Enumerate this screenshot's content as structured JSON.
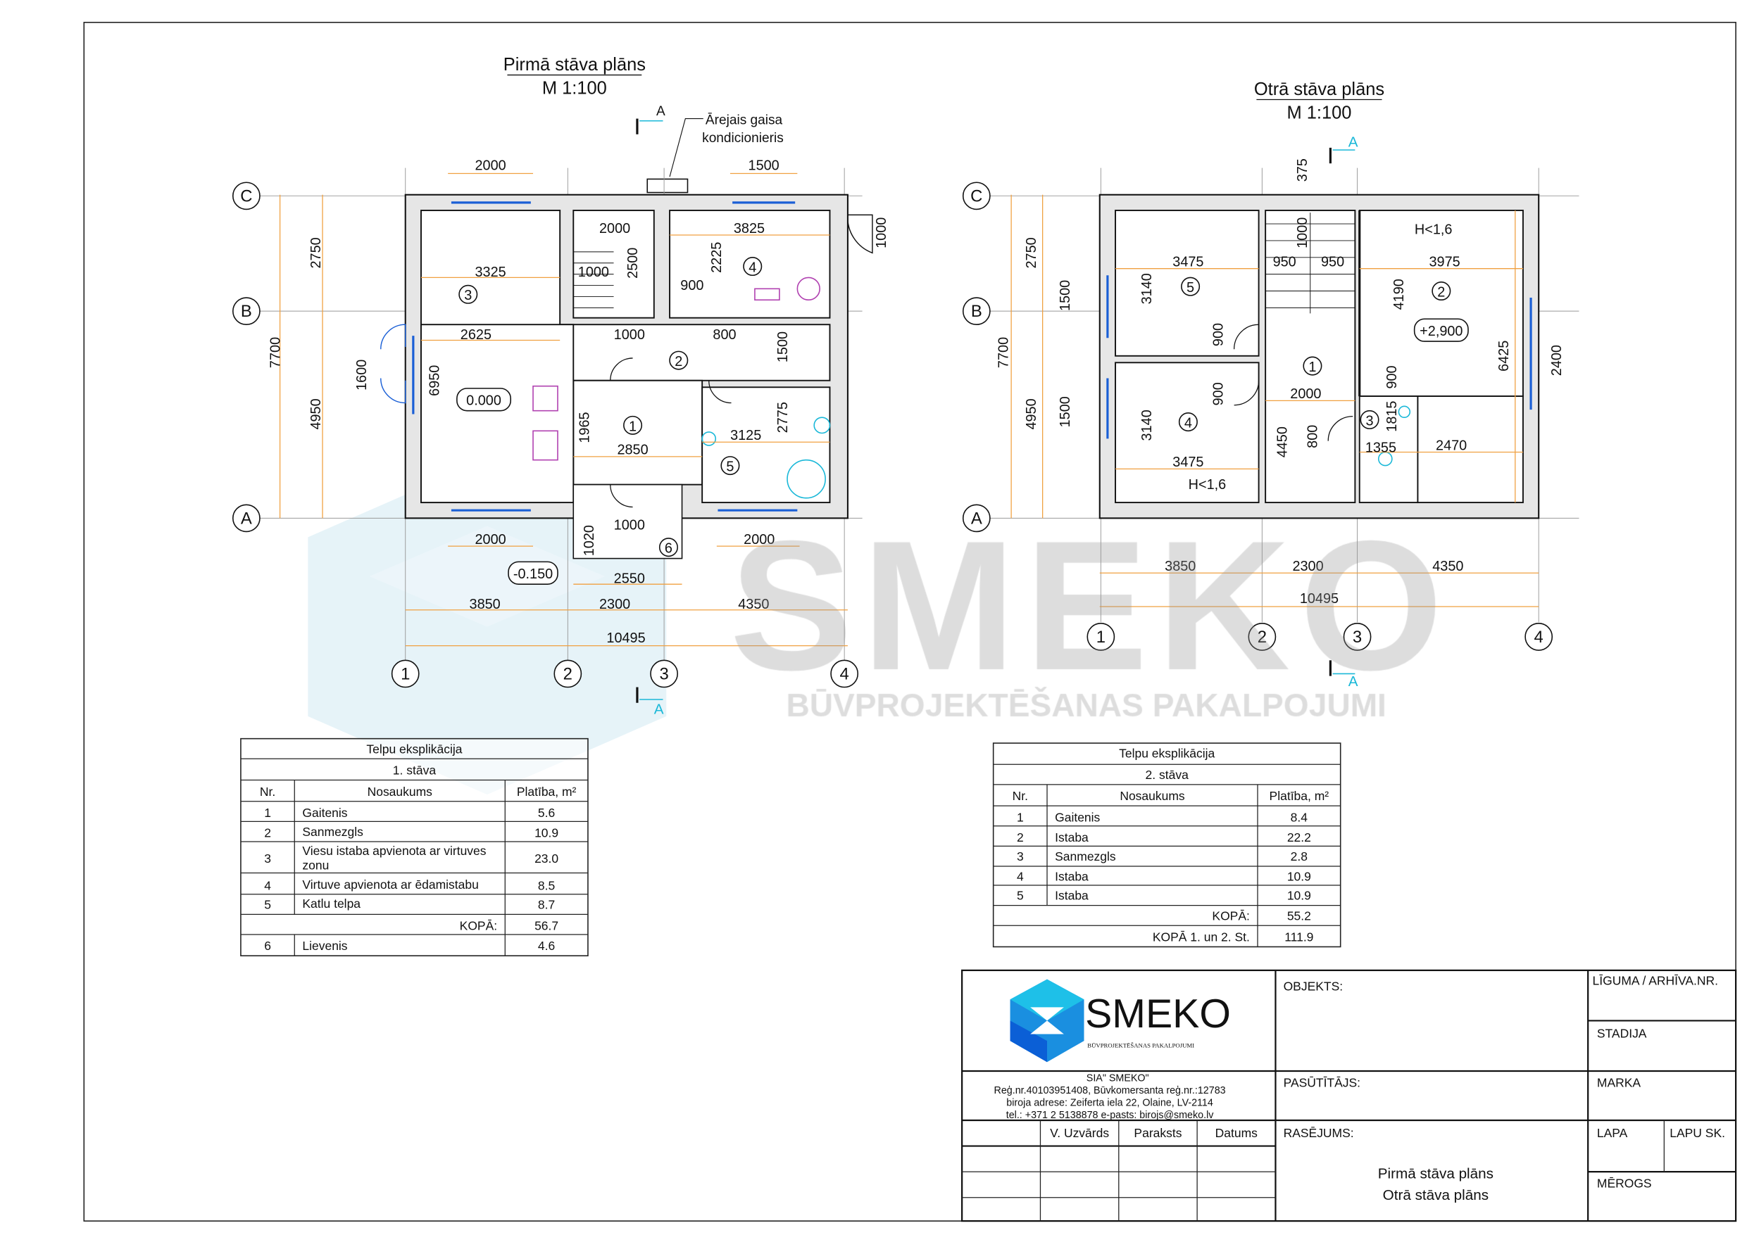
{
  "plan1": {
    "title": "Pirmā stāva plāns",
    "scale": "M 1:100",
    "ac_label_1": "Ārejais gaisa",
    "ac_label_2": "kondicionieris",
    "section_mark": "A",
    "axes_rows": [
      "C",
      "B",
      "A"
    ],
    "axes_cols": [
      "1",
      "2",
      "3",
      "4"
    ],
    "rooms": [
      "1",
      "2",
      "3",
      "4",
      "5",
      "6"
    ],
    "levels": [
      "0.000",
      "-0.150"
    ],
    "dims": [
      "2000",
      "1500",
      "2000",
      "3825",
      "1000",
      "3325",
      "1000",
      "2500",
      "2225",
      "900",
      "2625",
      "1000",
      "800",
      "1500",
      "6950",
      "1600",
      "1965",
      "2850",
      "3125",
      "2775",
      "1000",
      "1020",
      "2000",
      "2000",
      "2550",
      "3850",
      "2300",
      "4350",
      "10495",
      "2750",
      "7700",
      "4950"
    ]
  },
  "plan2": {
    "title": "Otrā stāva plāns",
    "scale": "M 1:100",
    "section_mark": "A",
    "axes_rows": [
      "C",
      "B",
      "A"
    ],
    "axes_cols": [
      "1",
      "2",
      "3",
      "4"
    ],
    "rooms": [
      "1",
      "2",
      "3",
      "4",
      "5"
    ],
    "level": "+2,900",
    "height_notes": [
      "H<1,6",
      "H<1,6"
    ],
    "dims": [
      "375",
      "1000",
      "3475",
      "950",
      "950",
      "3975",
      "3140",
      "1500",
      "4190",
      "900",
      "6425",
      "2400",
      "900",
      "2000",
      "900",
      "1815",
      "3140",
      "1500",
      "4450",
      "800",
      "1355",
      "2470",
      "3475",
      "2750",
      "7700",
      "4950",
      "3850",
      "2300",
      "4350",
      "10495"
    ]
  },
  "watermark": {
    "brand": "SMEKO",
    "tagline": "BŪVPROJEKTĒŠANAS PAKALPOJUMI"
  },
  "table1": {
    "title": "Telpu eksplikācija",
    "floor": "1. stāva",
    "headers": [
      "Nr.",
      "Nosaukums",
      "Platība, m²"
    ],
    "rows": [
      {
        "nr": "1",
        "name": "Gaitenis",
        "area": "5.6"
      },
      {
        "nr": "2",
        "name": "Sanmezgls",
        "area": "10.9"
      },
      {
        "nr": "3",
        "name": "Viesu istaba apvienota  ar virtuves",
        "name2": "zonu",
        "area": "23.0"
      },
      {
        "nr": "4",
        "name": "Virtuve apvienota ar ēdamistabu",
        "area": "8.5"
      },
      {
        "nr": "5",
        "name": "Katlu telpa",
        "area": "8.7"
      }
    ],
    "total_label": "KOPĀ:",
    "total": "56.7",
    "extra": {
      "nr": "6",
      "name": "Lievenis",
      "area": "4.6"
    }
  },
  "table2": {
    "title": "Telpu eksplikācija",
    "floor": "2. stāva",
    "headers": [
      "Nr.",
      "Nosaukums",
      "Platība, m²"
    ],
    "rows": [
      {
        "nr": "1",
        "name": "Gaitenis",
        "area": "8.4"
      },
      {
        "nr": "2",
        "name": "Istaba",
        "area": "22.2"
      },
      {
        "nr": "3",
        "name": "Sanmezgls",
        "area": "2.8"
      },
      {
        "nr": "4",
        "name": "Istaba",
        "area": "10.9"
      },
      {
        "nr": "5",
        "name": "Istaba",
        "area": "10.9"
      }
    ],
    "total_label": "KOPĀ:",
    "total": "55.2",
    "grand_label": "KOPĀ 1. un 2. St.",
    "grand_total": "111.9"
  },
  "title_block": {
    "logo_text": "SMEKO",
    "logo_tagline": "BŪVPROJEKTĒŠANAS PAKALPOJUMI",
    "company": [
      "SIA\" SMEKO\"",
      "Reģ.nr.40103951408, Būvkomersanta reģ.nr.:12783",
      "biroja adrese: Zeiferta iela 22, Olaine, LV-2114",
      "tel.: +371 2 5138878  e-pasts: birojs@smeko.lv"
    ],
    "sign_headers": [
      "V. Uzvārds",
      "Paraksts",
      "Datums"
    ],
    "objekts": "OBJEKTS:",
    "pasutitajs": "PASŪTĪTĀJS:",
    "rasejums": "RASĒJUMS:",
    "drawing_names": [
      "Pirmā stāva plāns",
      "Otrā stāva plāns"
    ],
    "liguma": "LĪGUMA / ARHĪVA.NR.",
    "stadija": "STADIJA",
    "marka": "MARKA",
    "lapa": "LAPA",
    "lapu_sk": "LAPU SK.",
    "merogs": "MĒROGS"
  }
}
